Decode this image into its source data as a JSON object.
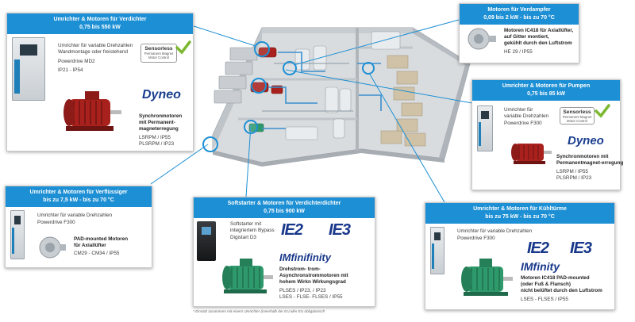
{
  "cards": {
    "verdichter": {
      "title": "Umrichter & Motoren für Verdichter",
      "subtitle": "0,75 bis 550 kW",
      "lines": [
        "Umrichter für variable Drehzahlen",
        "Wandmontage oder freistehend",
        "Powerdrive MD2",
        "IP21 - IP54"
      ],
      "badge_title": "Sensorless",
      "badge_sub1": "Permanent Magnet",
      "badge_sub2": "Motor Control",
      "brand": "Dyneo",
      "motor_lines": [
        "Synchronmotoren",
        "mit Permanent-",
        "magneterregung",
        "LSRPM / IP55",
        "PLSRPM / IP23"
      ]
    },
    "verdampfer": {
      "title": "Motoren für Verdampfer",
      "subtitle": "0,09 bis 2 kW - bis zu 70 °C",
      "lines": [
        "Motoren IC418 für Axiallüfter,",
        "auf Gitter montiert,",
        "gekühlt durch den Luftstrom",
        "HE 29 / IP55"
      ]
    },
    "pumpen": {
      "title": "Umrichter & Motoren für Pumpen",
      "subtitle": "0,75 bis 85 kW",
      "lines": [
        "Umrichter für",
        "variable Drehzahlen",
        "Powerdrive F300"
      ],
      "badge_title": "Sensorless",
      "badge_sub1": "Permanent Magnet",
      "badge_sub2": "Motor Control",
      "brand": "Dyneo",
      "motor_lines": [
        "Synchronmotoren mit",
        "Permanentmagnet-erregung",
        "LSRPM / IP55",
        "PLSRPM / IP23"
      ]
    },
    "verfluessiger": {
      "title": "Umrichter & Motoren für Verflüssiger",
      "subtitle": "bis zu 7,5 kW - bis zu 70 °C",
      "lines": [
        "Umrichter für variable Drehzahlen",
        "Powerdrive F300"
      ],
      "motor_lines": [
        "PAD-mounted Motoren",
        "für Axiallüfter",
        "CM29 - CM34 / IP55"
      ]
    },
    "softstarter": {
      "title": "Softstarter & Motoren für Verdichterdichter",
      "subtitle": "0,75 bis 900 kW",
      "lines": [
        "Softstarter mit",
        "integriertem Bypass",
        "Digistart D3"
      ],
      "ie_a": "IE2",
      "ie_b": "IE3",
      "brand": "IMfinifinity",
      "motor_lines": [
        "Drehstrom- trom-",
        "Asynchronstrommotoren mit",
        "hohem Wirkn Wirkungsgrad",
        "PLSES / IP23, / IP23",
        "LSES - FLSE- FLSES / IP55"
      ]
    },
    "kuehltuerme": {
      "title": "Umrichter & Motoren für Kühltürme",
      "subtitle": "bis zu 75 kW - bis zu 70 °C",
      "lines": [
        "Umrichter für variable Drehzahlen",
        "Powerdrive F300"
      ],
      "ie_a": "IE2",
      "ie_b": "IE3",
      "brand": "IMfinity",
      "motor_lines": [
        "Motoren IC418 PAD-mounted",
        "(oder Fuß & Flansch)",
        "nicht belüftet durch den Luftstrom",
        "LSES - FLSES / IP55"
      ]
    }
  },
  "footnote": "* Einsatz zusammen mit einem Umrichter (innerhalb der EU aller EU obligatorisch",
  "colors": {
    "accent": "#1d8fd4",
    "brand_blue": "#17378a",
    "brand_green": "#7cb82f",
    "motor_red": "#a8211d",
    "motor_green": "#2e9a6b"
  }
}
